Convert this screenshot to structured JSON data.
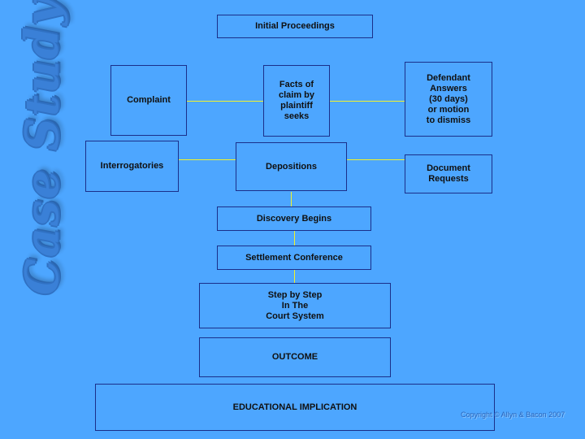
{
  "slide": {
    "background_color": "#4da6ff",
    "wordart": "Case Study",
    "copyright": "Copyright © Allyn & Bacon 2007"
  },
  "boxes": [
    {
      "id": "initial-proceedings",
      "label": "Initial Proceedings"
    },
    {
      "id": "complaint",
      "label": "Complaint"
    },
    {
      "id": "facts-of-claim",
      "label": "Facts of\nclaim by\nplaintiff\nseeks"
    },
    {
      "id": "defendant-answers",
      "label": "Defendant\nAnswers\n(30 days)\nor motion\nto dismiss"
    },
    {
      "id": "interrogatories",
      "label": "Interrogatories"
    },
    {
      "id": "depositions",
      "label": "Depositions"
    },
    {
      "id": "document-requests",
      "label": "Document\nRequests"
    },
    {
      "id": "discovery-begins",
      "label": "Discovery Begins"
    },
    {
      "id": "settlement-conference",
      "label": "Settlement Conference"
    },
    {
      "id": "step-by-step",
      "label": "Step by Step\nIn The\nCourt System"
    },
    {
      "id": "outcome",
      "label": "OUTCOME"
    },
    {
      "id": "educational-implication",
      "label": "EDUCATIONAL IMPLICATION"
    }
  ]
}
